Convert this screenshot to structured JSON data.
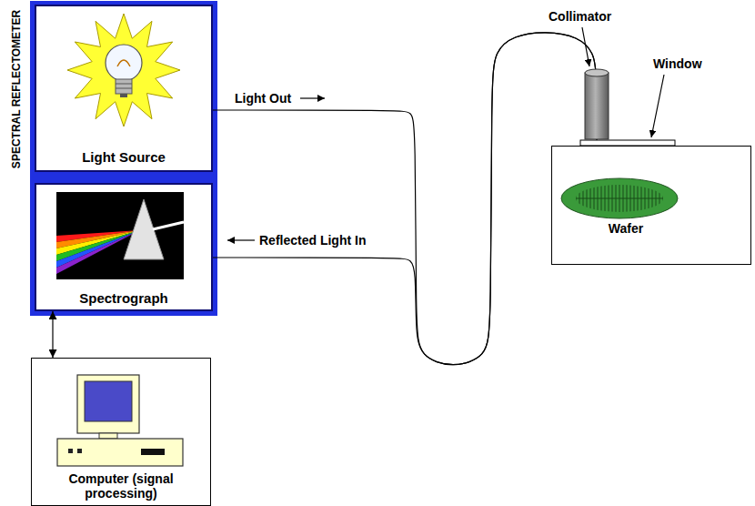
{
  "diagram": {
    "nodes": [
      {
        "text": [
          "SPECTRAL REFLECTOMETER"
        ]
      },
      {
        "text": [
          "Light Source"
        ],
        "in": 0
      },
      {
        "text": [
          "Spectrograph"
        ],
        "in": 0
      },
      {
        "text": [
          "Computer (signal processing)"
        ]
      },
      {
        "text": [
          "Wafer"
        ]
      }
    ],
    "edges": [
      {
        "from": 1,
        "to": 4,
        "arrow": "none"
      },
      {
        "from": 2,
        "to": 4,
        "arrow": "none"
      },
      {
        "from": 2,
        "to": 3,
        "arrow": "both"
      }
    ],
    "labels": [
      "Light Out",
      "Reflected Light In",
      "Collimator",
      "Window"
    ]
  }
}
